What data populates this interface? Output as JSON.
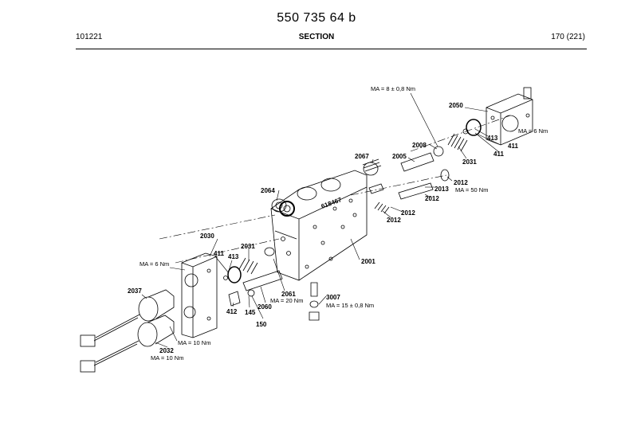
{
  "header": {
    "doc_number": "550 735 64 b",
    "code": "101221",
    "section": "SECTION",
    "page": "170 (221)"
  },
  "drawing": {
    "part_labels": {
      "p2050": "2050",
      "p2008": "2008",
      "p2067": "2067",
      "p2005": "2005",
      "p413r": "413",
      "p411r_a": "411",
      "p411r_b": "411",
      "p2031r": "2031",
      "p2064": "2064",
      "p2013": "2013",
      "p2012_a": "2012",
      "p2012_b": "2012",
      "p2012_c": "2012",
      "p2012_d": "2012",
      "p2001": "2001",
      "p2030": "2030",
      "p2031l": "2031",
      "p411l": "411",
      "p413l": "413",
      "p2037": "2037",
      "p412": "412",
      "p145": "145",
      "p2060": "2060",
      "p2061": "2061",
      "p150": "150",
      "p3007": "3007",
      "p2032": "2032"
    },
    "torque_labels": {
      "t_top": "MA = 8 ± 0,8 Nm",
      "t_right6": "MA = 6 Nm",
      "t_50": "MA = 50 Nm",
      "t_left6": "MA = 6 Nm",
      "t_20": "MA = 20 Nm",
      "t_15": "MA = 15 ± 0,8 Nm",
      "t_10a": "MA = 10 Nm",
      "t_10b": "MA = 10 Nm"
    }
  }
}
